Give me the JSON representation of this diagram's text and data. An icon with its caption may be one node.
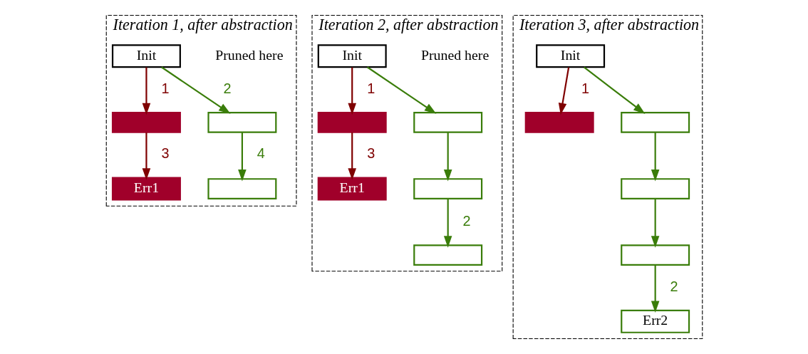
{
  "diagram": {
    "nodes": [
      {
        "text": [
          "Iteration 1, after abstraction"
        ]
      },
      {
        "text": [
          "Init"
        ],
        "in": 0
      },
      {
        "text": [],
        "shape": "box",
        "in": 0
      },
      {
        "text": [
          "Err1"
        ],
        "in": 0
      },
      {
        "text": [],
        "shape": "box",
        "in": 0
      },
      {
        "text": [],
        "shape": "box",
        "in": 0
      },
      {
        "text": [
          "Iteration 2, after abstraction"
        ]
      },
      {
        "text": [
          "Init"
        ],
        "in": 6
      },
      {
        "text": [],
        "shape": "box",
        "in": 6
      },
      {
        "text": [
          "Err1"
        ],
        "in": 6
      },
      {
        "text": [],
        "shape": "box",
        "in": 6
      },
      {
        "text": [],
        "shape": "box",
        "in": 6
      },
      {
        "text": [],
        "shape": "box",
        "in": 6
      },
      {
        "text": [
          "Iteration 3, after abstraction"
        ]
      },
      {
        "text": [
          "Init"
        ],
        "in": 13
      },
      {
        "text": [],
        "shape": "box",
        "in": 13
      },
      {
        "text": [],
        "shape": "box",
        "in": 13
      },
      {
        "text": [],
        "shape": "box",
        "in": 13
      },
      {
        "text": [],
        "shape": "box",
        "in": 13
      },
      {
        "text": [
          "Err2"
        ],
        "in": 13
      }
    ],
    "edges": [
      {
        "from": 1,
        "to": 2,
        "arrow": "to",
        "label": "1",
        "color": "#7f0000"
      },
      {
        "from": 2,
        "to": 3,
        "arrow": "to",
        "label": "3",
        "color": "#7f0000"
      },
      {
        "from": 1,
        "to": 4,
        "arrow": "to",
        "label": "2"
      },
      {
        "from": 4,
        "to": 5,
        "arrow": "to",
        "label": "4"
      },
      {
        "from": 7,
        "to": 8,
        "arrow": "to",
        "label": "1",
        "color": "#7f0000"
      },
      {
        "from": 8,
        "to": 9,
        "arrow": "to",
        "label": "3",
        "color": "#7f0000"
      },
      {
        "from": 7,
        "to": 10,
        "arrow": "to"
      },
      {
        "from": 10,
        "to": 11,
        "arrow": "to"
      },
      {
        "from": 11,
        "to": 12,
        "arrow": "to",
        "label": "2"
      },
      {
        "from": 14,
        "to": 15,
        "arrow": "to",
        "label": "1",
        "color": "#7f0000"
      },
      {
        "from": 14,
        "to": 16,
        "arrow": "to"
      },
      {
        "from": 16,
        "to": 17,
        "arrow": "to"
      },
      {
        "from": 17,
        "to": 18,
        "arrow": "to"
      },
      {
        "from": 18,
        "to": 19,
        "arrow": "to",
        "label": "2"
      }
    ],
    "labels": [
      "Pruned here",
      "Pruned here"
    ]
  }
}
